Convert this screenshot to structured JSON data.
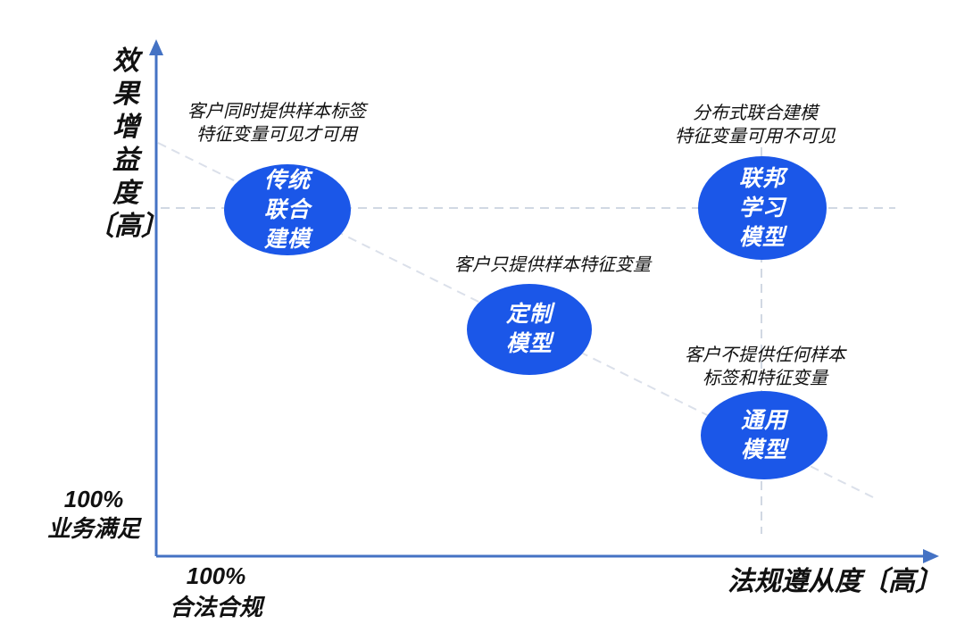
{
  "colors": {
    "bubble": "#1b57e8",
    "bubble-text": "#ffffff",
    "axis": "#4472c4",
    "dash": "#d1d8e3",
    "dash-diag": "#dbe0ea",
    "ink": "#111111"
  },
  "axes": {
    "y_label": "效\n果\n增\n益\n度\n〔高〕",
    "y_origin_label": "100%\n业务满足",
    "x_origin_label": "100%\n合法合规",
    "x_label": "法规遵从度〔高〕"
  },
  "bubbles": [
    {
      "id": "traditional-joint-modeling",
      "label": "传统\n联合\n建模",
      "annotation": "客户同时提供样本标签\n特征变量可见才可用"
    },
    {
      "id": "federated-learning-model",
      "label": "联邦\n学习\n模型",
      "annotation": "分布式联合建模\n特征变量可用不可见"
    },
    {
      "id": "custom-model",
      "label": "定制\n模型",
      "annotation": "客户只提供样本特征变量"
    },
    {
      "id": "general-model",
      "label": "通用\n模型",
      "annotation": "客户不提供任何样本\n标签和特征变量"
    }
  ]
}
